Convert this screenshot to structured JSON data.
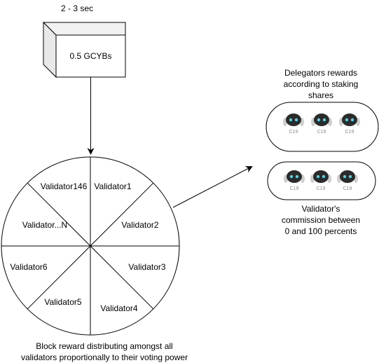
{
  "block": {
    "interval": "2 - 3 sec",
    "reward": "0.5 GCYBs"
  },
  "wheel": {
    "validators": [
      "Validator146",
      "Validator1",
      "Validator...N",
      "Validator2",
      "Validator6",
      "Validator3",
      "Validator5",
      "Validator4"
    ],
    "caption_lines": [
      "Block reward distributing amongst all",
      "validators proportionally to their voting power"
    ]
  },
  "delegators": {
    "caption_lines": [
      "Delegators rewards",
      "according to staking",
      "shares"
    ],
    "robot_label": "C19",
    "robot_count": 3
  },
  "commission": {
    "caption_lines": [
      "Validator's",
      "commission between",
      "0 and 100 percents"
    ],
    "robot_label": "C19",
    "robot_count": 3
  },
  "colors": {
    "stroke": "#000000",
    "robot_face": "#2b2b2b",
    "robot_eye": "#4fd3e6",
    "cube_face": "#ffffff",
    "cube_side": "#e8e8e8"
  }
}
